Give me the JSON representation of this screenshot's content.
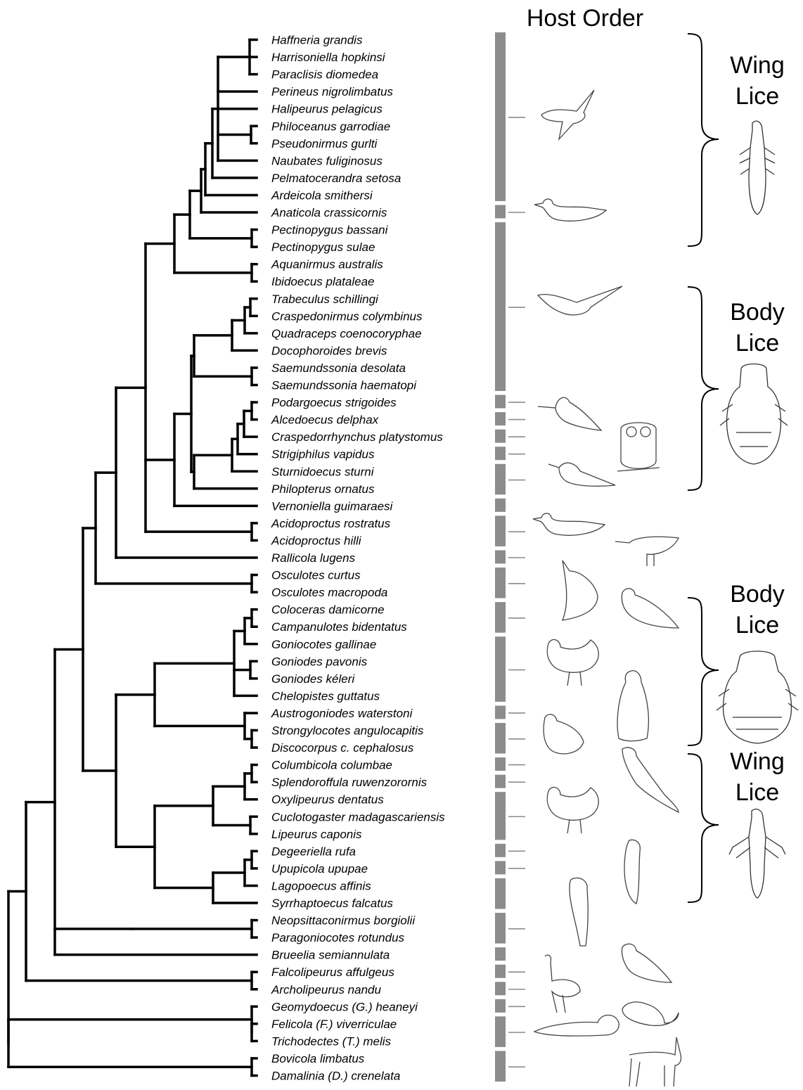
{
  "title": "Host Order",
  "taxa": [
    "Haffneria grandis",
    "Harrisoniella hopkinsi",
    "Paraclisis diomedea",
    "Perineus nigrolimbatus",
    "Halipeurus pelagicus",
    "Philoceanus garrodiae",
    "Pseudonirmus gurlti",
    "Naubates fuliginosus",
    "Pelmatocerandra setosa",
    "Ardeicola smithersi",
    "Anaticola crassicornis",
    "Pectinopygus bassani",
    "Pectinopygus sulae",
    "Aquanirmus australis",
    "Ibidoecus plataleae",
    "Trabeculus schillingi",
    "Craspedonirmus colymbinus",
    "Quadraceps coenocoryphae",
    "Docophoroides brevis",
    "Saemundssonia desolata",
    "Saemundssonia haematopi",
    "Podargoecus strigoides",
    "Alcedoecus delphax",
    "Craspedorrhynchus platystomus",
    "Strigiphilus vapidus",
    "Sturnidoecus sturni",
    "Philopterus ornatus",
    "Vernoniella guimaraesi",
    "Acidoproctus rostratus",
    "Acidoproctus hilli",
    "Rallicola lugens",
    "Osculotes curtus",
    "Osculotes macropoda",
    "Coloceras damicorne",
    "Campanulotes bidentatus",
    "Goniocotes gallinae",
    "Goniodes pavonis",
    "Goniodes kéleri",
    "Chelopistes guttatus",
    "Austrogoniodes waterstoni",
    "Strongylocotes angulocapitis",
    "Discocorpus c. cephalosus",
    "Columbicola columbae",
    "Splendoroffula ruwenzorornis",
    "Oxylipeurus dentatus",
    "Cuclotogaster madagascariensis",
    "Lipeurus caponis",
    "Degeeriella rufa",
    "Upupicola upupae",
    "Lagopoecus affinis",
    "Syrrhaptoecus falcatus",
    "Neopsittaconirmus borgiolii",
    "Paragoniocotes rotundus",
    "Brueelia semiannulata",
    "Falcolipeurus affulgeus",
    "Archolipeurus nandu",
    "Geomydoecus (G.) heaneyi",
    "Felicola (F.) viverriculae",
    "Trichodectes (T.) melis",
    "Bovicola limbatus",
    "Damalinia (D.) crenelata"
  ],
  "host_groups": [
    {
      "from": 0,
      "to": 9,
      "icon": "seabird-icon"
    },
    {
      "from": 10,
      "to": 10,
      "icon": "duck-icon"
    },
    {
      "from": 11,
      "to": 20,
      "icon": "gull-icon"
    },
    {
      "from": 21,
      "to": 21,
      "icon": "kingfisher-icon"
    },
    {
      "from": 22,
      "to": 22,
      "icon": "kingfisher-icon"
    },
    {
      "from": 23,
      "to": 23,
      "icon": "kingfisher-icon"
    },
    {
      "from": 24,
      "to": 24,
      "icon": "owl-icon"
    },
    {
      "from": 25,
      "to": 26,
      "icon": "passerine-icon"
    },
    {
      "from": 27,
      "to": 27,
      "icon": "none"
    },
    {
      "from": 28,
      "to": 29,
      "icon": "duck-icon"
    },
    {
      "from": 30,
      "to": 30,
      "icon": "rail-icon"
    },
    {
      "from": 31,
      "to": 32,
      "icon": "hoatzin-icon"
    },
    {
      "from": 33,
      "to": 34,
      "icon": "dove-icon"
    },
    {
      "from": 35,
      "to": 38,
      "icon": "rooster-icon"
    },
    {
      "from": 39,
      "to": 39,
      "icon": "penguin-icon"
    },
    {
      "from": 40,
      "to": 41,
      "icon": "tinamou-icon"
    },
    {
      "from": 42,
      "to": 42,
      "icon": "dove-icon"
    },
    {
      "from": 43,
      "to": 43,
      "icon": "turaco-icon"
    },
    {
      "from": 44,
      "to": 46,
      "icon": "rooster-icon"
    },
    {
      "from": 47,
      "to": 47,
      "icon": "hoopoe-icon"
    },
    {
      "from": 48,
      "to": 48,
      "icon": "hoopoe-icon"
    },
    {
      "from": 49,
      "to": 50,
      "icon": "none"
    },
    {
      "from": 51,
      "to": 52,
      "icon": "parrot-icon"
    },
    {
      "from": 53,
      "to": 53,
      "icon": "none"
    },
    {
      "from": 54,
      "to": 54,
      "icon": "eagle-icon"
    },
    {
      "from": 55,
      "to": 55,
      "icon": "rhea-icon"
    },
    {
      "from": 56,
      "to": 56,
      "icon": "rodent-icon"
    },
    {
      "from": 57,
      "to": 58,
      "icon": "lion-icon"
    },
    {
      "from": 59,
      "to": 60,
      "icon": "antelope-icon"
    }
  ],
  "brackets": [
    {
      "label_lines": [
        "Wing",
        "Lice"
      ],
      "icon": "wing-louse-icon"
    },
    {
      "label_lines": [
        "Body",
        "Lice"
      ],
      "icon": "body-louse-icon"
    },
    {
      "label_lines": [
        "Body",
        "Lice"
      ],
      "icon": "body-louse-icon"
    },
    {
      "label_lines": [
        "Wing",
        "Lice"
      ],
      "icon": "wing-louse-icon"
    }
  ]
}
